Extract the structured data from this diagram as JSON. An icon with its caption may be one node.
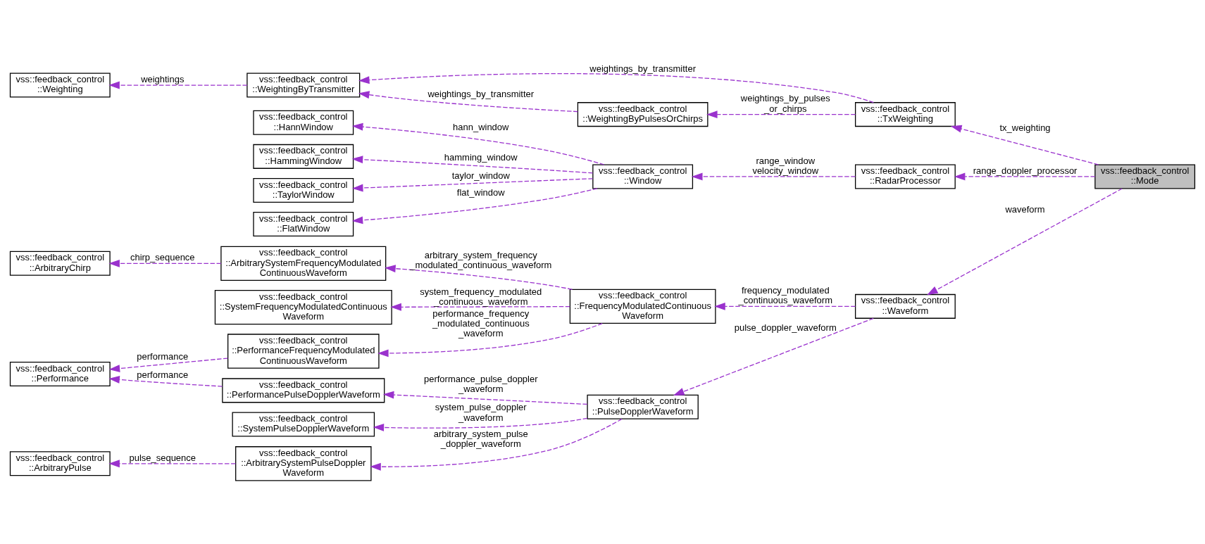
{
  "diagram": {
    "nodes": [
      {
        "text": [
          "vss::feedback_control ::Weighting"
        ]
      },
      {
        "text": [
          "vss::feedback_control ::WeightingByTransmitter"
        ]
      },
      {
        "text": [
          "vss::feedback_control ::WeightingByPulsesOrChirps"
        ]
      },
      {
        "text": [
          "vss::feedback_control ::TxWeighting"
        ]
      },
      {
        "text": [
          "vss::feedback_control ::HannWindow"
        ]
      },
      {
        "text": [
          "vss::feedback_control ::HammingWindow"
        ]
      },
      {
        "text": [
          "vss::feedback_control ::TaylorWindow"
        ]
      },
      {
        "text": [
          "vss::feedback_control ::FlatWindow"
        ]
      },
      {
        "text": [
          "vss::feedback_control ::Window"
        ]
      },
      {
        "text": [
          "vss::feedback_control ::RadarProcessor"
        ]
      },
      {
        "text": [
          "vss::feedback_control ::Mode"
        ]
      },
      {
        "text": [
          "vss::feedback_control ::ArbitraryChirp"
        ]
      },
      {
        "text": [
          "vss::feedback_control ::ArbitrarySystemFrequencyModulated ContinuousWaveform"
        ]
      },
      {
        "text": [
          "vss::feedback_control ::SystemFrequencyModulatedContinuous Waveform"
        ]
      },
      {
        "text": [
          "vss::feedback_control ::FrequencyModulatedContinuous Waveform"
        ]
      },
      {
        "text": [
          "vss::feedback_control ::Waveform"
        ]
      },
      {
        "text": [
          "vss::feedback_control ::PerformanceFrequencyModulated ContinuousWaveform"
        ]
      },
      {
        "text": [
          "vss::feedback_control ::Performance"
        ]
      },
      {
        "text": [
          "vss::feedback_control ::PerformancePulseDopplerWaveform"
        ]
      },
      {
        "text": [
          "vss::feedback_control ::PulseDopplerWaveform"
        ]
      },
      {
        "text": [
          "vss::feedback_control ::SystemPulseDopplerWaveform"
        ]
      },
      {
        "text": [
          "vss::feedback_control ::ArbitraryPulse"
        ]
      },
      {
        "text": [
          "vss::feedback_control ::ArbitrarySystemPulseDoppler Waveform"
        ]
      }
    ],
    "edges": [
      {
        "from": 1,
        "to": 0,
        "arrow": "to",
        "label": "weightings",
        "style": "dashed"
      },
      {
        "from": 3,
        "to": 1,
        "arrow": "to",
        "label": "weightings_by_transmitter",
        "style": "dashed"
      },
      {
        "from": 2,
        "to": 1,
        "arrow": "to",
        "label": "weightings_by_transmitter",
        "style": "dashed"
      },
      {
        "from": 3,
        "to": 2,
        "arrow": "to",
        "label": "weightings_by_pulses _or_chirps",
        "style": "dashed"
      },
      {
        "from": 10,
        "to": 3,
        "arrow": "to",
        "label": "tx_weighting",
        "style": "dashed"
      },
      {
        "from": 8,
        "to": 4,
        "arrow": "to",
        "label": "hann_window",
        "style": "dashed"
      },
      {
        "from": 8,
        "to": 5,
        "arrow": "to",
        "label": "hamming_window",
        "style": "dashed"
      },
      {
        "from": 8,
        "to": 6,
        "arrow": "to",
        "label": "taylor_window",
        "style": "dashed"
      },
      {
        "from": 8,
        "to": 7,
        "arrow": "to",
        "label": "flat_window",
        "style": "dashed"
      },
      {
        "from": 9,
        "to": 8,
        "arrow": "to",
        "label": "range_window velocity_window",
        "style": "dashed"
      },
      {
        "from": 10,
        "to": 9,
        "arrow": "to",
        "label": "range_doppler_processor",
        "style": "dashed"
      },
      {
        "from": 10,
        "to": 15,
        "arrow": "to",
        "label": "waveform",
        "style": "dashed"
      },
      {
        "from": 12,
        "to": 11,
        "arrow": "to",
        "label": "chirp_sequence",
        "style": "dashed"
      },
      {
        "from": 14,
        "to": 12,
        "arrow": "to",
        "label": "arbitrary_system_frequency _modulated_continuous_waveform",
        "style": "dashed"
      },
      {
        "from": 14,
        "to": 13,
        "arrow": "to",
        "label": "system_frequency_modulated _continuous_waveform",
        "style": "dashed"
      },
      {
        "from": 14,
        "to": 16,
        "arrow": "to",
        "label": "performance_frequency _modulated_continuous _waveform",
        "style": "dashed"
      },
      {
        "from": 15,
        "to": 14,
        "arrow": "to",
        "label": "frequency_modulated _continuous_waveform",
        "style": "dashed"
      },
      {
        "from": 16,
        "to": 17,
        "arrow": "to",
        "label": "performance",
        "style": "dashed"
      },
      {
        "from": 18,
        "to": 17,
        "arrow": "to",
        "label": "performance",
        "style": "dashed"
      },
      {
        "from": 15,
        "to": 19,
        "arrow": "to",
        "label": "pulse_doppler_waveform",
        "style": "dashed"
      },
      {
        "from": 19,
        "to": 18,
        "arrow": "to",
        "label": "performance_pulse_doppler _waveform",
        "style": "dashed"
      },
      {
        "from": 19,
        "to": 20,
        "arrow": "to",
        "label": "system_pulse_doppler _waveform",
        "style": "dashed"
      },
      {
        "from": 19,
        "to": 22,
        "arrow": "to",
        "label": "arbitrary_system_pulse _doppler_waveform",
        "style": "dashed"
      },
      {
        "from": 22,
        "to": 21,
        "arrow": "to",
        "label": "pulse_sequence",
        "style": "dashed"
      }
    ]
  }
}
